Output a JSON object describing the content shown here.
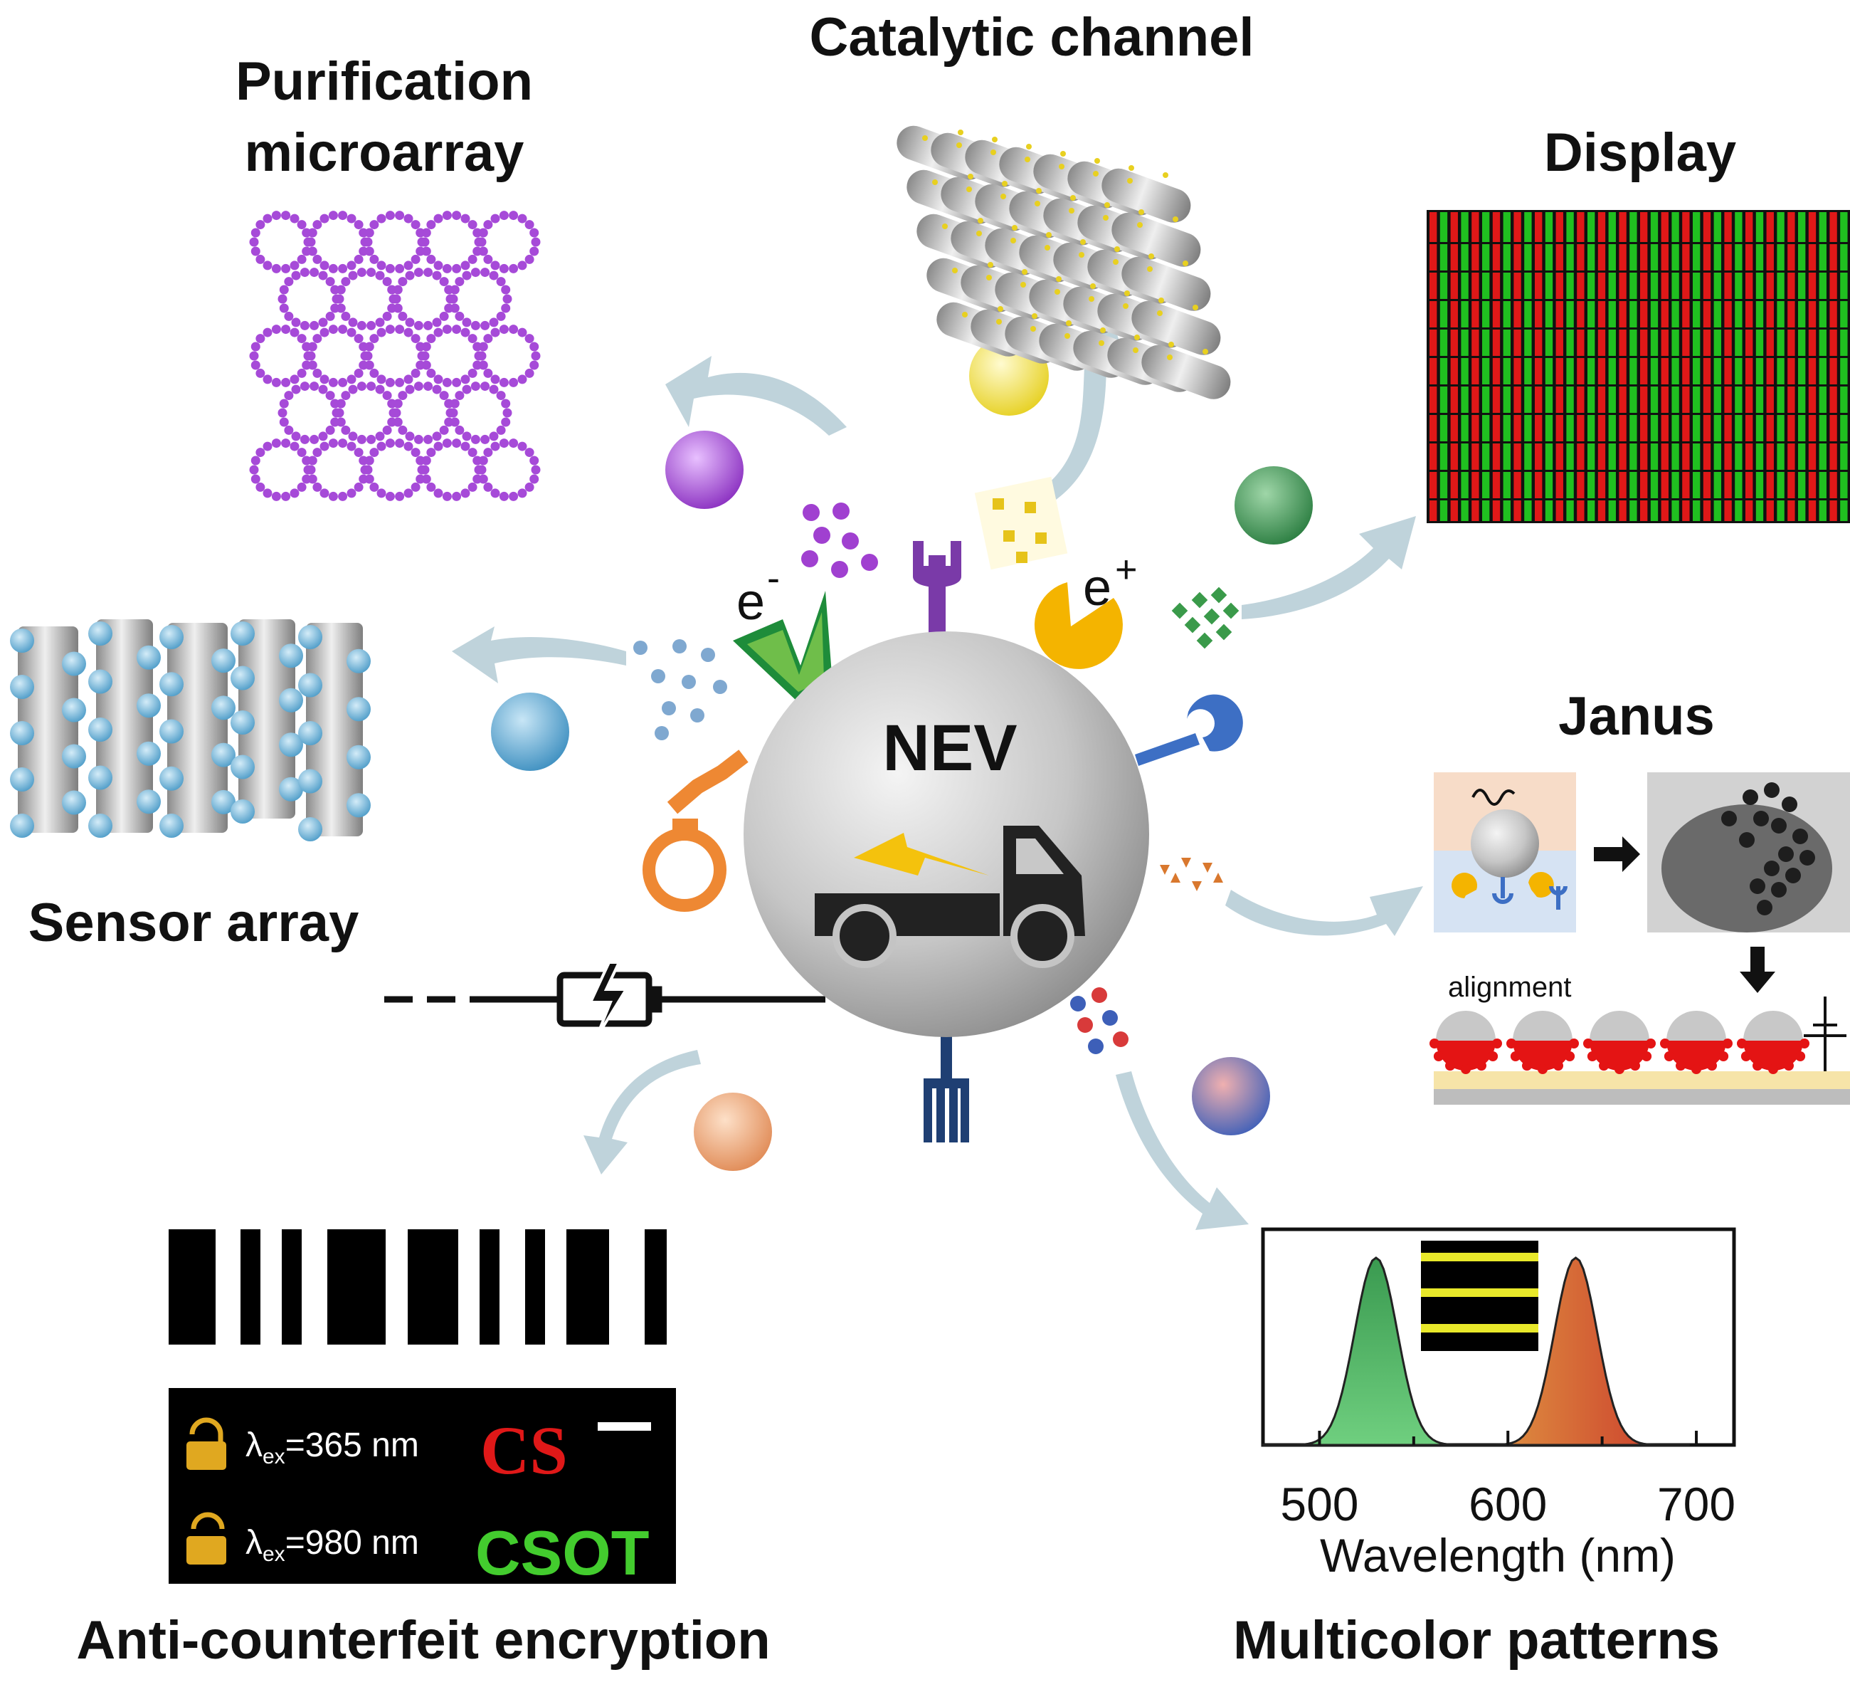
{
  "center": {
    "label": "NEV"
  },
  "labels": {
    "purification": [
      "Purification",
      "microarray"
    ],
    "catalytic": "Catalytic channel",
    "display": "Display",
    "sensor": "Sensor array",
    "janus": "Janus",
    "anti": "Anti-counterfeit encryption",
    "multicolor": "Multicolor patterns"
  },
  "charges": {
    "electron": "e",
    "electron_sup": "-",
    "hole": "e",
    "hole_sup": "+"
  },
  "janus": {
    "alignment": "alignment"
  },
  "encryption": {
    "lambda_symbol": "λ",
    "lambda_sub": "ex",
    "line1_value": "=365 nm",
    "line2_value": "=980 nm",
    "code1": "CS",
    "code2": "CSOT"
  },
  "spectrum": {
    "xlabel": "Wavelength (nm)",
    "ticks": [
      "500",
      "600",
      "700"
    ],
    "peaks": [
      {
        "center": 530,
        "color": "#3a9a50"
      },
      {
        "center": 636,
        "color": "#d9532b"
      }
    ]
  },
  "colors": {
    "arrow": "#bfd3db",
    "purple": "#a040d0",
    "yellow": "#f3e23a",
    "green": "#2f9a4a",
    "red": "#e02020",
    "blue": "#6fb2d8",
    "orange": "#ee8833",
    "tool_purple": "#7a3aa8",
    "tool_blue": "#3d6fc4",
    "tool_navy": "#1f3f73",
    "truck_yellow": "#f4c20d"
  }
}
